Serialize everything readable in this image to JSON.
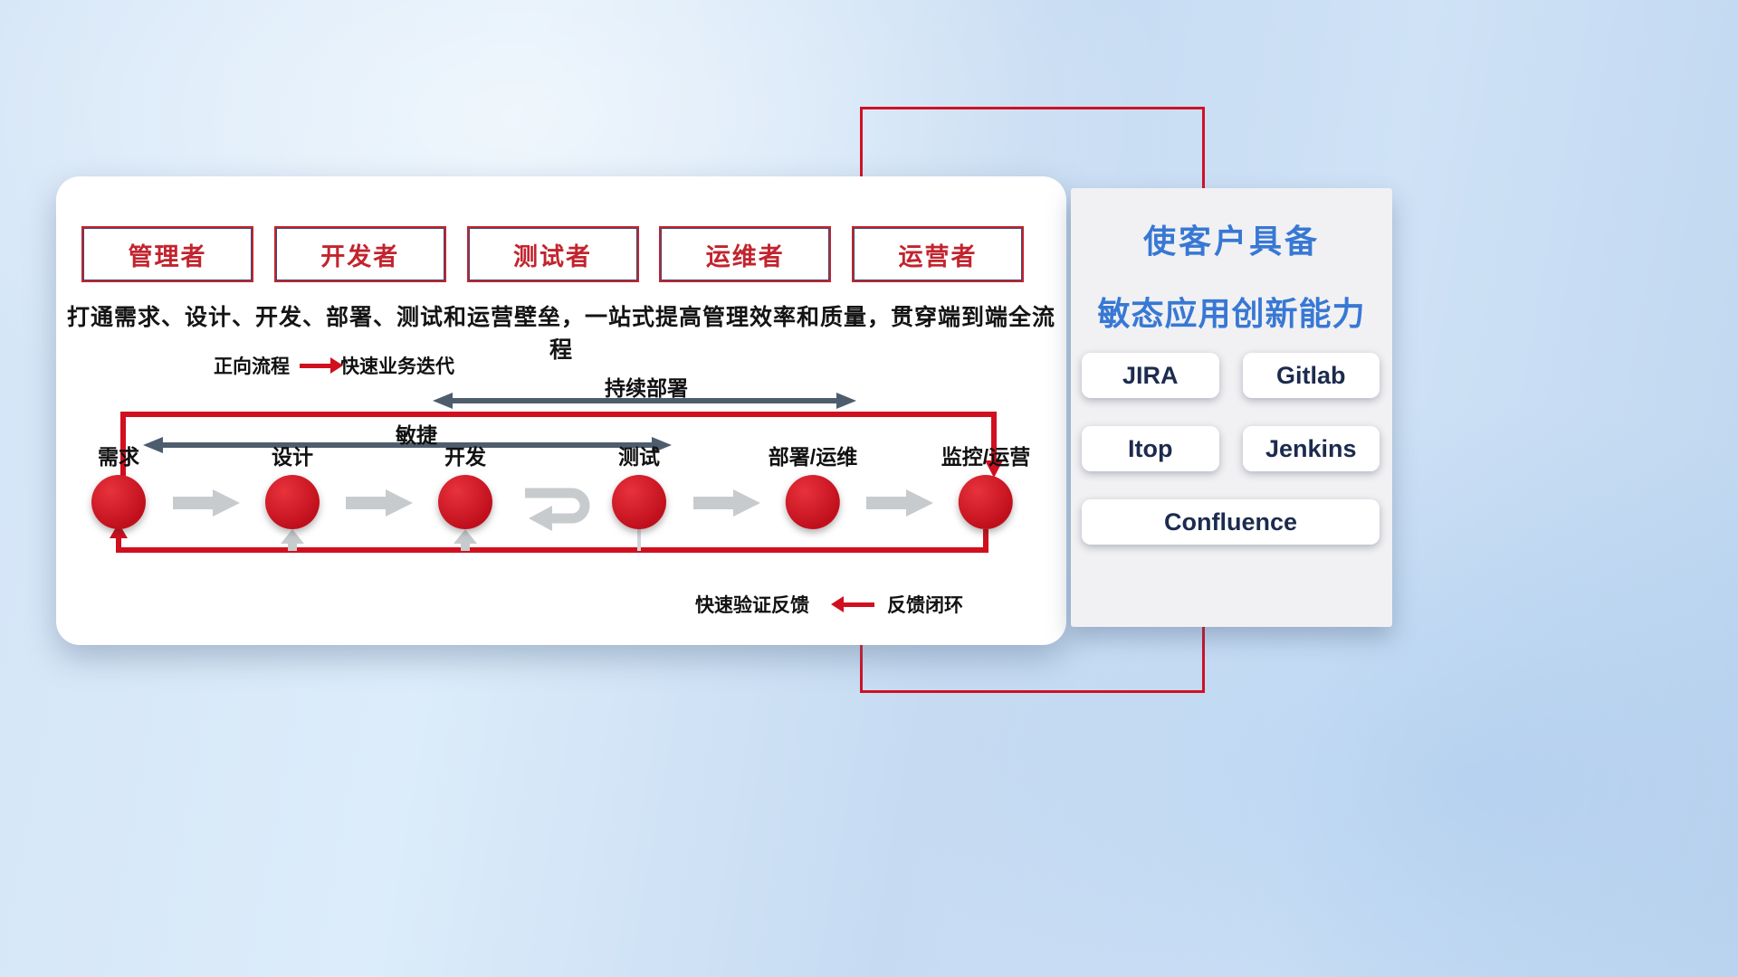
{
  "colors": {
    "accent_red": "#d0101f",
    "title_blue": "#3878d4",
    "dark_navy": "#1c2b4e",
    "slate_arrow": "#4e5d6e",
    "light_gray_arrow": "#c7cbce"
  },
  "roles": [
    "管理者",
    "开发者",
    "测试者",
    "运维者",
    "运营者"
  ],
  "headline": "打通需求、设计、开发、部署、测试和运营壁垒，一站式提高管理效率和质量，贯穿端到端全流程",
  "legend_forward": {
    "label": "正向流程",
    "value": "快速业务迭代"
  },
  "legend_feedback": {
    "label": "快速验证反馈",
    "value": "反馈闭环"
  },
  "spans": {
    "agile": "敏捷",
    "continuous_deploy": "持续部署"
  },
  "stages": [
    "需求",
    "设计",
    "开发",
    "测试",
    "部署/运维",
    "监控/运营"
  ],
  "right_panel": {
    "title_line1": "使客户具备",
    "title_line2": "敏态应用创新能力",
    "tools": [
      "JIRA",
      "Gitlab",
      "Itop",
      "Jenkins",
      "Confluence"
    ]
  }
}
